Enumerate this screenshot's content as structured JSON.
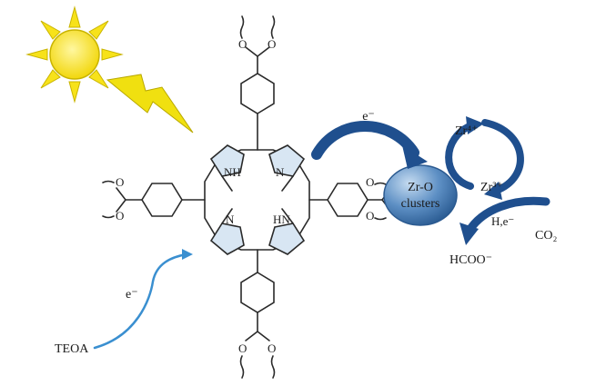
{
  "labels": {
    "electron_top": "e⁻",
    "electron_left": "e⁻",
    "cluster_line1": "Zr-O",
    "cluster_line2": "clusters",
    "zr4": "Zr⁴⁺",
    "zr3": "Zr³⁺",
    "h_e": "H,e⁻",
    "co2": "CO₂",
    "hcoo": "HCOO⁻",
    "teoa": "TEOA"
  },
  "atoms": {
    "nh_top": "NH",
    "n_top": "N",
    "n_bottom": "N",
    "hn_bottom": "HN",
    "o": "O"
  },
  "colors": {
    "sun": "#f7e21a",
    "sun_outline": "#c9b400",
    "bolt": "#f0e010",
    "arrow_dark": "#1f4f8e",
    "arrow_light": "#3a8fd0",
    "cluster_fill": "#4a7db5",
    "cluster_edge": "#2b5a90"
  }
}
